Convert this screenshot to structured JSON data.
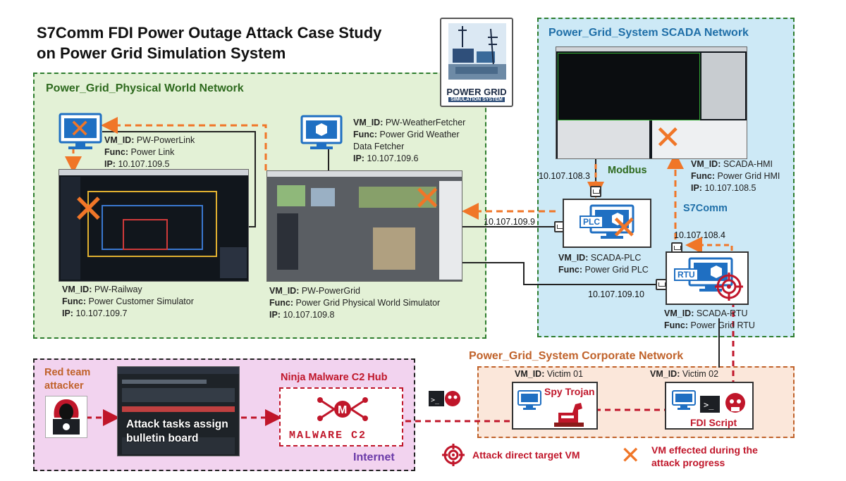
{
  "title": {
    "line1": "S7Comm FDI Power Outage Attack Case Study",
    "line2": "on Power Grid Simulation System"
  },
  "zones": {
    "physical": "Power_Grid_Physical World Network",
    "scada": "Power_Grid_System SCADA Network",
    "corporate": "Power_Grid_System Corporate Network",
    "internet": "Internet"
  },
  "logo": {
    "line1": "POWER GRID",
    "line2": "SIMULATION SYSTEM"
  },
  "nodes": {
    "powerlink": {
      "vm_key": "VM_ID:",
      "vm": " PW-PowerLink",
      "func_key": "Func:",
      "func": " Power Link",
      "ip_key": "IP:",
      "ip": " 10.107.109.5"
    },
    "weather": {
      "vm_key": "VM_ID:",
      "vm": " PW-WeatherFetcher",
      "func_key": "Func:",
      "func": " Power Grid Weather",
      "func2": "Data Fetcher",
      "ip_key": "IP:",
      "ip": " 10.107.109.6"
    },
    "railway": {
      "vm_key": "VM_ID:",
      "vm": " PW-Railway",
      "func_key": "Func:",
      "func": " Power Customer Simulator",
      "ip_key": "IP:",
      "ip": " 10.107.109.7"
    },
    "powergrid": {
      "vm_key": "VM_ID:",
      "vm": " PW-PowerGrid",
      "func_key": "Func:",
      "func": " Power Grid Physical World Simulator",
      "ip_key": "IP:",
      "ip": " 10.107.109.8"
    },
    "hmi": {
      "vm_key": "VM_ID:",
      "vm": " SCADA-HMI",
      "func_key": "Func:",
      "func": " Power Grid HMI",
      "ip_key": "IP:",
      "ip": " 10.107.108.5"
    },
    "plc": {
      "vm_key": "VM_ID:",
      "vm": " SCADA-PLC",
      "func_key": "Func:",
      "func": " Power Grid PLC"
    },
    "rtu": {
      "vm_key": "VM_ID:",
      "vm": " SCADA-RTU",
      "func_key": "Func:",
      "func": " Power Grid RTU"
    },
    "victim1": {
      "vm_key": "VM_ID:",
      "vm": " Victim 01"
    },
    "victim2": {
      "vm_key": "VM_ID:",
      "vm": " Victim 02"
    }
  },
  "ips": {
    "plc_modbus": "10.107.108.3",
    "plc_link": "10.107.109.9",
    "rtu_s7": "10.107.108.4",
    "rtu_link": "10.107.109.10"
  },
  "protocols": {
    "modbus": "Modbus",
    "s7comm": "S7Comm"
  },
  "badges": {
    "plc": "PLC",
    "rtu": "RTU"
  },
  "attack": {
    "red_team_line1": "Red team",
    "red_team_line2": "attacker",
    "board_line1": "Attack tasks assign",
    "board_line2": "bulletin board",
    "c2_hub": "Ninja Malware C2 Hub",
    "c2_logo_text": "MALWARE C2",
    "c2_logo_letter": "M",
    "spy_trojan": "Spy Trojan",
    "fdi_script": "FDI Script"
  },
  "legend": {
    "target_line1": "Attack direct target VM",
    "effected_line1": "VM effected during the",
    "effected_line2": "attack progress"
  },
  "colors": {
    "attack_orange": "#f07628",
    "attack_red": "#c0162a",
    "link": "#222222",
    "zone_green": "#2e7d2e",
    "vm_blue": "#1f6fc2"
  }
}
